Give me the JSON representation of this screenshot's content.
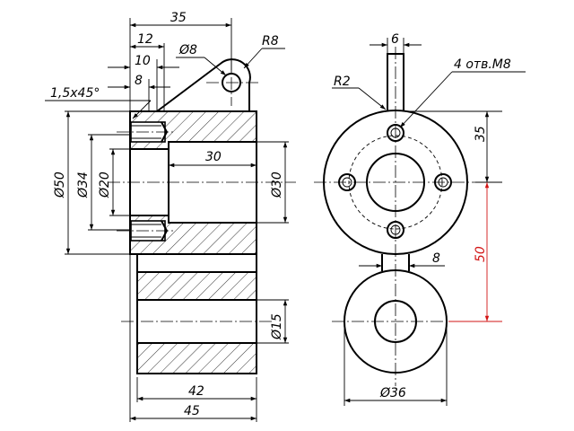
{
  "dimensions": {
    "d35_top": "35",
    "d12": "12",
    "d10": "10",
    "d8_left": "8",
    "chamfer": "1,5x45°",
    "dia8": "Ø8",
    "r8": "R8",
    "dia50": "Ø50",
    "dia34": "Ø34",
    "dia20": "Ø20",
    "d30_bore": "30",
    "dia30": "Ø30",
    "dia15": "Ø15",
    "d42": "42",
    "d45": "45",
    "d6": "6",
    "r2": "R2",
    "holes": "4 отв.M8",
    "d35_right": "35",
    "d50_red": "50",
    "d8_right": "8",
    "dia36": "Ø36"
  },
  "colors": {
    "line": "#000000",
    "highlight": "#d21414",
    "background": "#ffffff"
  }
}
